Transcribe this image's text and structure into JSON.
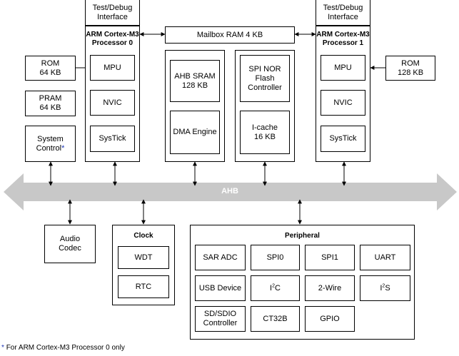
{
  "blocks": {
    "rom0": "ROM\n64 KB",
    "pram": "PRAM\n64 KB",
    "system_control": "System\nControl",
    "system_control_mark": "*",
    "test_debug_0": "Test/Debug\nInterface",
    "cpu0_title": "ARM Cortex-M3\nProcessor 0",
    "mpu0": "MPU",
    "nvic0": "NVIC",
    "systick0": "SysTick",
    "mailbox": "Mailbox RAM 4 KB",
    "ahb_sram": "AHB SRAM\n128 KB",
    "dma": "DMA Engine",
    "spi_nor": "SPI NOR\nFlash\nController",
    "icache": "I-cache\n16 KB",
    "test_debug_1": "Test/Debug\nInterface",
    "cpu1_title": "ARM Cortex-M3\nProcessor 1",
    "mpu1": "MPU",
    "nvic1": "NVIC",
    "systick1": "SysTick",
    "rom1": "ROM\n128 KB",
    "ahb": "AHB",
    "audio_codec": "Audio\nCodec",
    "clock_title": "Clock",
    "wdt": "WDT",
    "rtc": "RTC",
    "peripheral_title": "Peripheral",
    "sar_adc": "SAR ADC",
    "spi0": "SPI0",
    "spi1": "SPI1",
    "uart": "UART",
    "usb_device": "USB Device",
    "i2c_base": "I",
    "i2c_sup": "2",
    "i2c_tail": "C",
    "two_wire": "2-Wire",
    "i2s_base": "I",
    "i2s_sup": "2",
    "i2s_tail": "S",
    "sd_sdio": "SD/SDIO\nController",
    "ct32b": "CT32B",
    "gpio": "GPIO"
  },
  "footnote_mark": "*",
  "footnote": "For ARM Cortex-M3 Processor 0 only",
  "colors": {
    "bus": "#c8c8c8",
    "bus_text": "#ffffff",
    "footnote_star": "#1a33b3"
  }
}
